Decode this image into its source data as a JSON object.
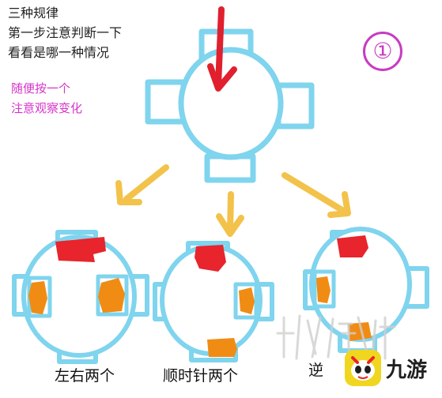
{
  "instructions": {
    "line1": "三种规律",
    "line2": "第一步注意判断一下",
    "line3": "看看是哪一种情况"
  },
  "hint": {
    "line1": "随便按一个",
    "line2": "注意观察变化"
  },
  "step_number": "①",
  "captions": {
    "left": "左右两个",
    "middle": "顺时针两个",
    "right": "逆"
  },
  "logo": {
    "brand": "九游"
  },
  "colors": {
    "outline": "#7fd4ee",
    "red_arrow": "#e0202e",
    "yellow_arrow": "#f3c24a",
    "red_mark": "#e8242c",
    "orange_mark": "#f08c14",
    "pink_text": "#d535c8",
    "logo_yellow": "#f0d61e"
  }
}
